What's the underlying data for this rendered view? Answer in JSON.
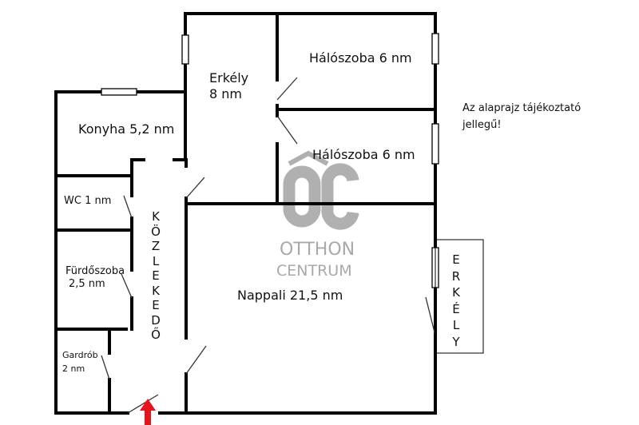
{
  "rooms": {
    "erkely_top": {
      "name": "Erkély",
      "area": "8 nm"
    },
    "halo1": "Hálószoba 6 nm",
    "halo2": "Hálószoba 6 nm",
    "konyha": "Konyha 5,2 nm",
    "wc": "WC 1 nm",
    "furdo": {
      "name": "Fürdőszoba",
      "area": "2,5 nm"
    },
    "gardrob": {
      "name": "Gardrób",
      "area": "2 nm"
    },
    "nappali": "Nappali 21,5 nm",
    "kozlekedo_letters": [
      "K",
      "Ö",
      "Z",
      "L",
      "E",
      "K",
      "E",
      "D",
      "Ő"
    ],
    "erkely_right_letters": [
      "E",
      "R",
      "K",
      "É",
      "L",
      "Y"
    ]
  },
  "note": {
    "line1": "Az alaprajz tájékoztató",
    "line2": "jellegű!"
  },
  "watermark": {
    "logo": "OC",
    "line1": "OTTHON",
    "line2": "CENTRUM"
  },
  "colors": {
    "wall": "#000000",
    "entrance_arrow": "#e8141b",
    "watermark": "#a9a9a9"
  }
}
